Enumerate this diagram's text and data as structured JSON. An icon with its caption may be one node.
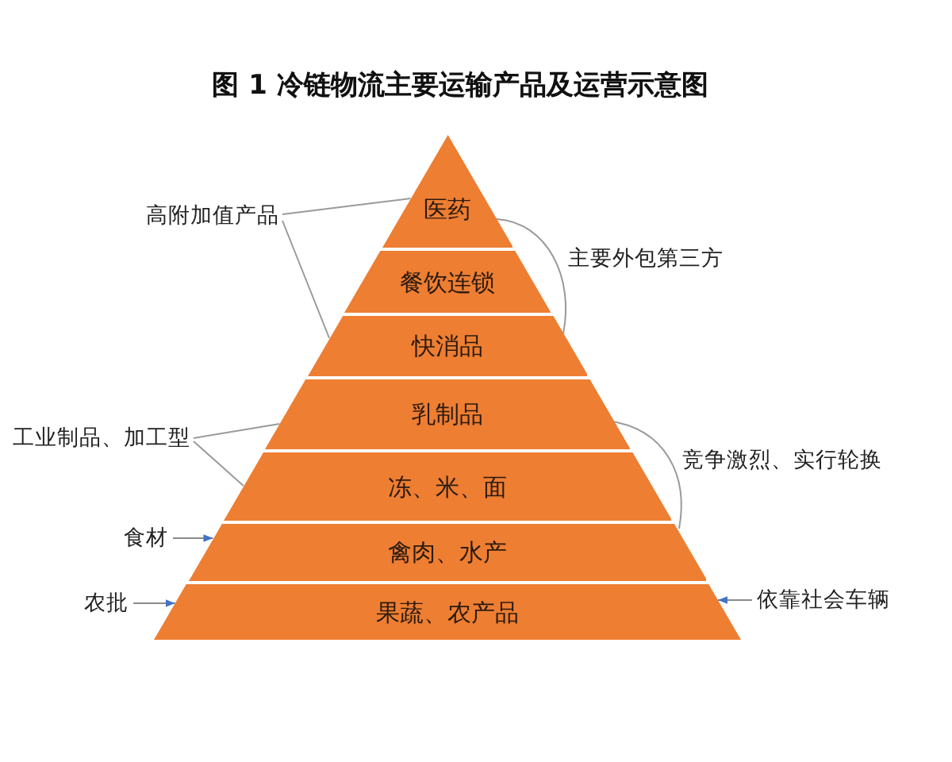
{
  "diagram": {
    "title": "图 1 冷链物流主要运输产品及运营示意图",
    "nodes": [
      {
        "text": [
          "医药"
        ]
      },
      {
        "text": [
          "餐饮连锁"
        ]
      },
      {
        "text": [
          "快消品"
        ]
      },
      {
        "text": [
          "乳制品"
        ]
      },
      {
        "text": [
          "冻、米、面"
        ]
      },
      {
        "text": [
          "禽肉、水产"
        ]
      },
      {
        "text": [
          "果蔬、农产品"
        ]
      },
      {
        "text": [
          "高附加值产品"
        ]
      },
      {
        "text": [
          "工业制品、加工型"
        ]
      },
      {
        "text": [
          "食材"
        ]
      },
      {
        "text": [
          "农批"
        ]
      },
      {
        "text": [
          "依靠社会车辆"
        ]
      }
    ],
    "edges": [
      {
        "from": 7,
        "to": 0,
        "arrow": "none"
      },
      {
        "from": 7,
        "to": 2,
        "arrow": "none"
      },
      {
        "from": 8,
        "to": 3,
        "arrow": "none"
      },
      {
        "from": 8,
        "to": 4,
        "arrow": "none"
      },
      {
        "from": 9,
        "to": 5,
        "arrow": "to"
      },
      {
        "from": 10,
        "to": 6,
        "arrow": "to"
      },
      {
        "from": 11,
        "to": 6,
        "arrow": "to"
      }
    ],
    "labels": [
      "主要外包第三方",
      "竞争激烈、实行轮换"
    ]
  }
}
